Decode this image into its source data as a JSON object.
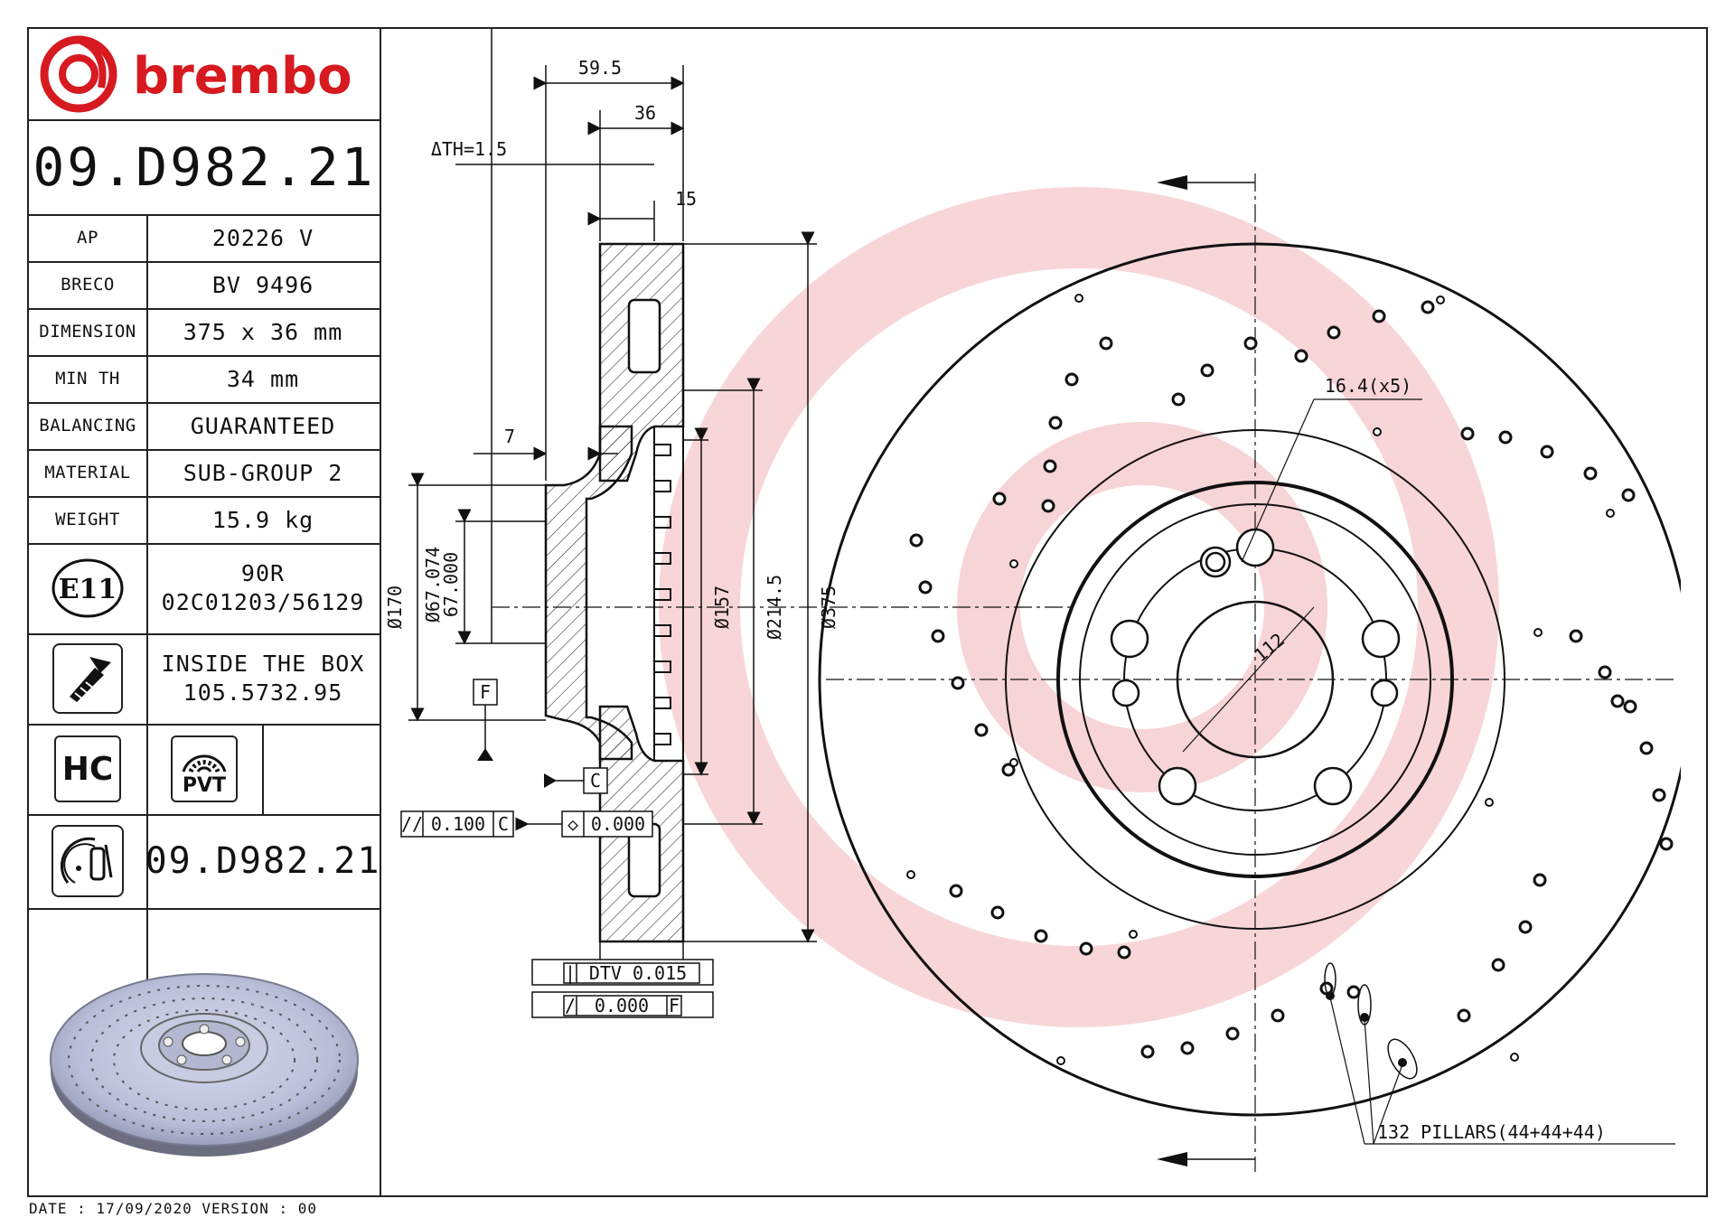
{
  "brand": {
    "name": "brembo",
    "color": "#d71920"
  },
  "part_number": "09.D982.21",
  "specs": [
    {
      "label": "AP",
      "value": "20226 V"
    },
    {
      "label": "BRECO",
      "value": "BV 9496"
    },
    {
      "label": "DIMENSION",
      "value": "375 x 36 mm"
    },
    {
      "label": "MIN TH",
      "value": "34 mm"
    },
    {
      "label": "BALANCING",
      "value": "GUARANTEED"
    },
    {
      "label": "MATERIAL",
      "value": "SUB-GROUP 2"
    },
    {
      "label": "WEIGHT",
      "value": "15.9 kg"
    }
  ],
  "approval": {
    "mark": "E11",
    "line1": "90R",
    "line2": "02C01203/56129"
  },
  "accessory": {
    "line1": "INSIDE THE BOX",
    "line2": "105.5732.95"
  },
  "badges": {
    "hc": "HC",
    "pvt": "PVT"
  },
  "part_number_repeat": "09.D982.21",
  "footer": "DATE : 17/09/2020 VERSION : 00",
  "dimensions": {
    "overall_width": "59.5",
    "disc_thickness": "36",
    "th_tolerance": "ΔTH=1.5",
    "braking_face": "15",
    "offset": "7",
    "bolt_hole": "16.4(x5)",
    "pcd": "112",
    "d170": "Ø170",
    "d67_074": "Ø67.074",
    "d67_000": "67.000",
    "d157": "Ø157",
    "d214_5": "Ø214.5",
    "d375": "Ø375",
    "datum_f": "F",
    "datum_c": "C",
    "tol_parallel": "0.100",
    "tol_parallel_ref": "C",
    "tol_flat": "0.000",
    "tol_dtv": "DTV 0.015",
    "tol_runout": "0.000",
    "tol_runout_ref": "F",
    "pillars": "132 PILLARS(44+44+44)"
  }
}
